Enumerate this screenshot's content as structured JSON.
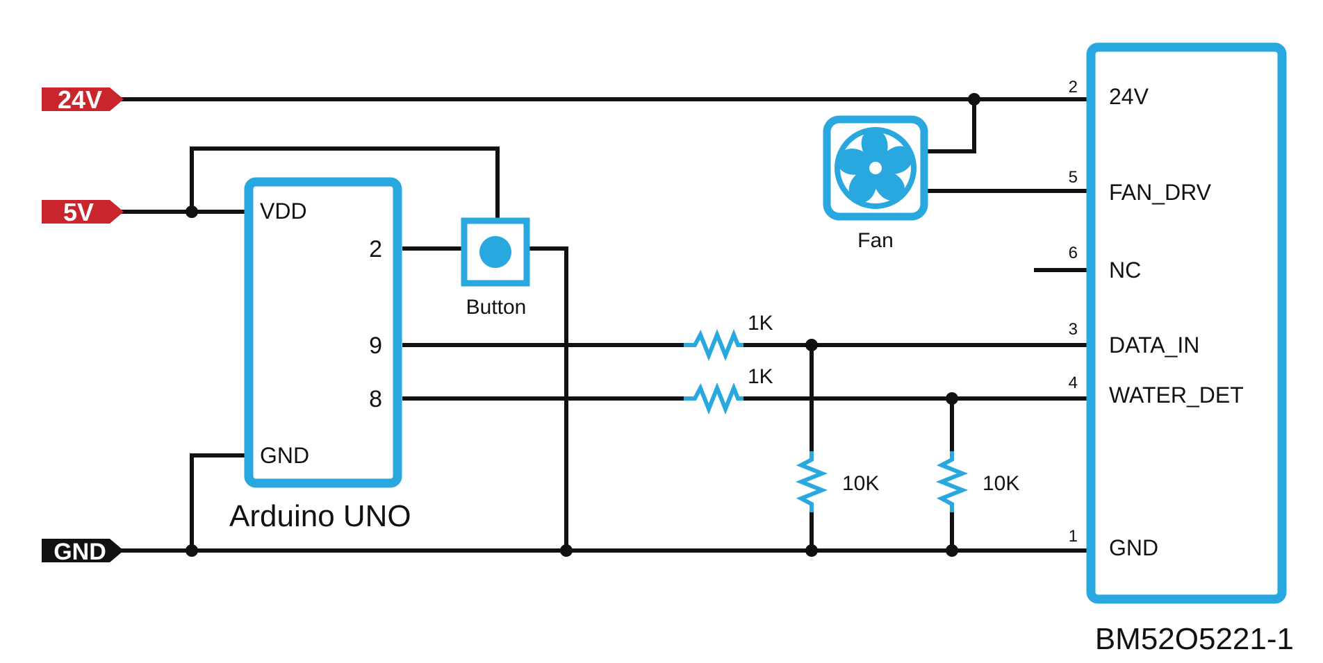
{
  "colors": {
    "wire": "#111111",
    "component": "#29a8e0",
    "power_label": "#c9252d",
    "ground_label": "#111111"
  },
  "net_labels": {
    "v24": "24V",
    "v5": "5V",
    "gnd": "GND"
  },
  "arduino": {
    "name": "Arduino UNO",
    "pins": {
      "vdd": "VDD",
      "gnd": "GND",
      "d2": "2",
      "d9": "9",
      "d8": "8"
    }
  },
  "button": {
    "label": "Button"
  },
  "fan": {
    "label": "Fan",
    "icon": "fan-icon"
  },
  "resistors": {
    "r1": "1K",
    "r2": "1K",
    "r3": "10K",
    "r4": "10K"
  },
  "module": {
    "name": "BM52O5221-1",
    "pins": [
      {
        "number": "2",
        "name": "24V"
      },
      {
        "number": "5",
        "name": "FAN_DRV"
      },
      {
        "number": "6",
        "name": "NC"
      },
      {
        "number": "3",
        "name": "DATA_IN"
      },
      {
        "number": "4",
        "name": "WATER_DET"
      },
      {
        "number": "1",
        "name": "GND"
      }
    ]
  }
}
